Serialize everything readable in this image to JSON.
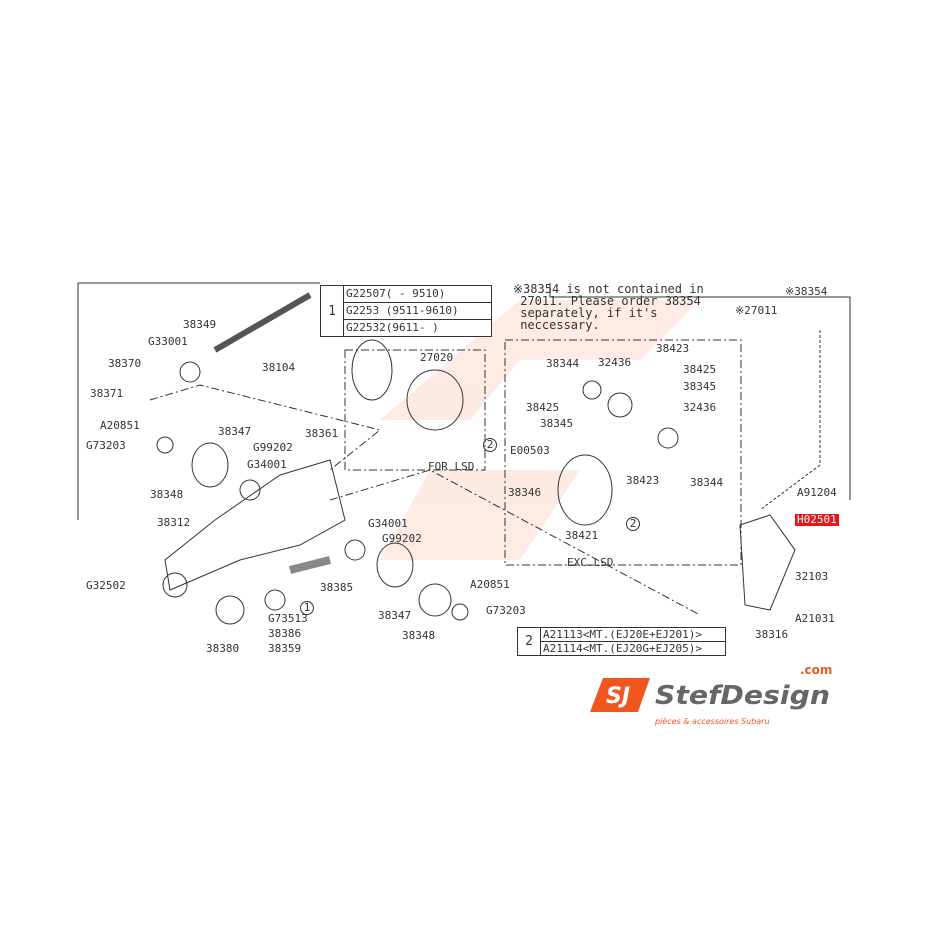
{
  "table1": {
    "marker": "1",
    "rows": [
      "G22507(   - 9510)",
      "G2253  (9511-9610)",
      "G22532(9611-     )"
    ]
  },
  "table2": {
    "marker": "2",
    "rows": [
      "A21113<MT.(EJ20E+EJ201)>",
      "A21114<MT.(EJ20G+EJ205)>"
    ]
  },
  "note": "※38354 is not contained in\n 27011. Please order 38354\n separately, if it's\n neccessary.",
  "group_labels": {
    "for_lsd": "FOR LSD",
    "exc_lsd": "EXC.LSD"
  },
  "highlight_color": "#e8141b",
  "parts": [
    {
      "id": "38349"
    },
    {
      "id": "G33001"
    },
    {
      "id": "38370"
    },
    {
      "id": "38371"
    },
    {
      "id": "38104"
    },
    {
      "id": "27020"
    },
    {
      "id": "A20851"
    },
    {
      "id": "38347"
    },
    {
      "id": "G73203"
    },
    {
      "id": "G99202"
    },
    {
      "id": "38361"
    },
    {
      "id": "G34001"
    },
    {
      "id": "38348"
    },
    {
      "id": "38312"
    },
    {
      "id": "G34001"
    },
    {
      "id": "G99202"
    },
    {
      "id": "G32502"
    },
    {
      "id": "38385"
    },
    {
      "id": "A20851"
    },
    {
      "id": "G73513"
    },
    {
      "id": "38347"
    },
    {
      "id": "38386"
    },
    {
      "id": "38359"
    },
    {
      "id": "38380"
    },
    {
      "id": "38348"
    },
    {
      "id": "G73203"
    },
    {
      "id": "※27011"
    },
    {
      "id": "※38354"
    },
    {
      "id": "38344"
    },
    {
      "id": "32436"
    },
    {
      "id": "38423"
    },
    {
      "id": "38425"
    },
    {
      "id": "38345"
    },
    {
      "id": "38425"
    },
    {
      "id": "32436"
    },
    {
      "id": "38345"
    },
    {
      "id": "E00503"
    },
    {
      "id": "38423"
    },
    {
      "id": "38344"
    },
    {
      "id": "38346"
    },
    {
      "id": "38421"
    },
    {
      "id": "A91204"
    },
    {
      "id": "H02501",
      "highlighted": true
    },
    {
      "id": "32103"
    },
    {
      "id": "A21031"
    },
    {
      "id": "38316"
    },
    {
      "id": "1"
    },
    {
      "id": "2"
    },
    {
      "id": "2"
    }
  ],
  "logo": {
    "text": "StefDesign",
    "suffix": ".com",
    "tagline": "pièces & accessoires Subaru",
    "brand_color": "#f0571f"
  }
}
